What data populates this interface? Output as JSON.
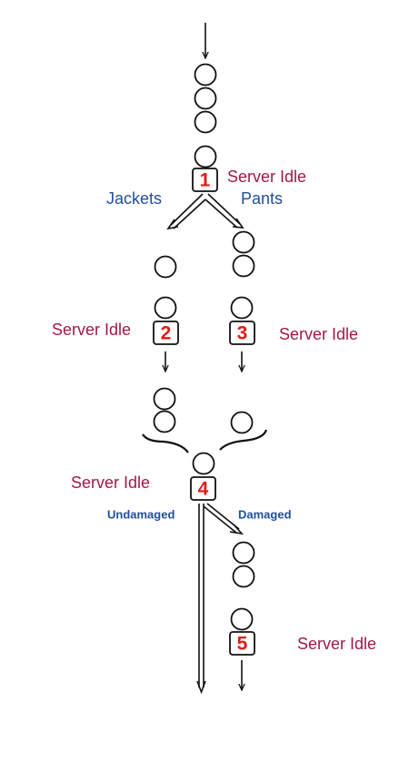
{
  "colors": {
    "idle": "#a3174a",
    "branch": "#1f4f9f",
    "server_number": "#e51a12",
    "line": "#111111"
  },
  "servers": [
    {
      "number": "1",
      "status": "Server Idle"
    },
    {
      "number": "2",
      "status": "Server Idle"
    },
    {
      "number": "3",
      "status": "Server Idle"
    },
    {
      "number": "4",
      "status": "Server Idle"
    },
    {
      "number": "5",
      "status": "Server Idle"
    }
  ],
  "branches": {
    "jackets": "Jackets",
    "pants": "Pants",
    "undamaged": "Undamaged",
    "damaged": "Damaged"
  }
}
